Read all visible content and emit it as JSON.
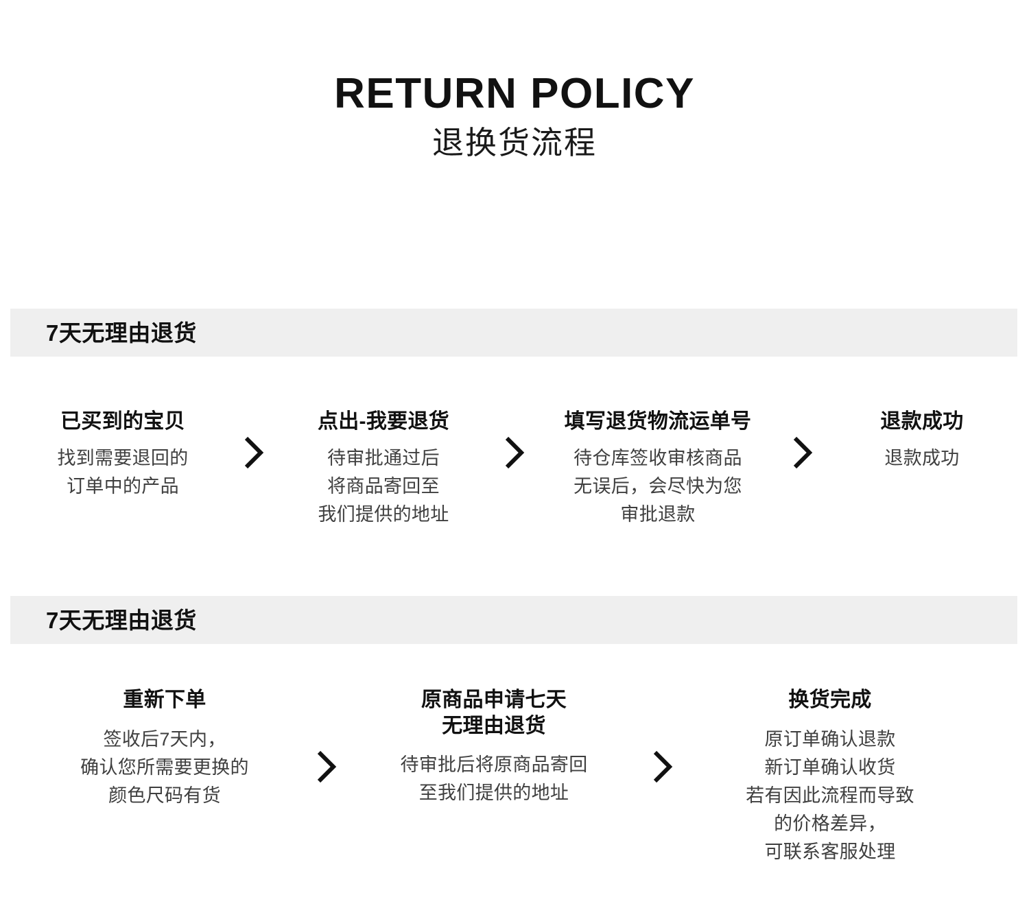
{
  "header": {
    "title": "RETURN POLICY",
    "subtitle": "退换货流程"
  },
  "sections": [
    {
      "band_label": "7天无理由退货",
      "arrow_icon": "chevron-right-icon",
      "steps": [
        {
          "title": "已买到的宝贝",
          "desc": "找到需要退回的\n订单中的产品"
        },
        {
          "title": "点出-我要退货",
          "desc": "待审批通过后\n将商品寄回至\n我们提供的地址"
        },
        {
          "title": "填写退货物流运单号",
          "desc": "待仓库签收审核商品\n无误后，会尽快为您\n审批退款"
        },
        {
          "title": "退款成功",
          "desc": "退款成功"
        }
      ]
    },
    {
      "band_label": "7天无理由退货",
      "arrow_icon": "chevron-right-icon",
      "steps": [
        {
          "title": "重新下单",
          "desc": "签收后7天内，\n确认您所需要更换的\n颜色尺码有货"
        },
        {
          "title": "原商品申请七天\n无理由退货",
          "desc": "待审批后将原商品寄回\n至我们提供的地址"
        },
        {
          "title": "换货完成",
          "desc": "原订单确认退款\n新订单确认收货\n若有因此流程而导致\n的价格差异，\n可联系客服处理"
        }
      ]
    }
  ],
  "colors": {
    "background": "#ffffff",
    "band_background": "#efefef",
    "title_text": "#111111",
    "body_text": "#3f3f3f"
  }
}
